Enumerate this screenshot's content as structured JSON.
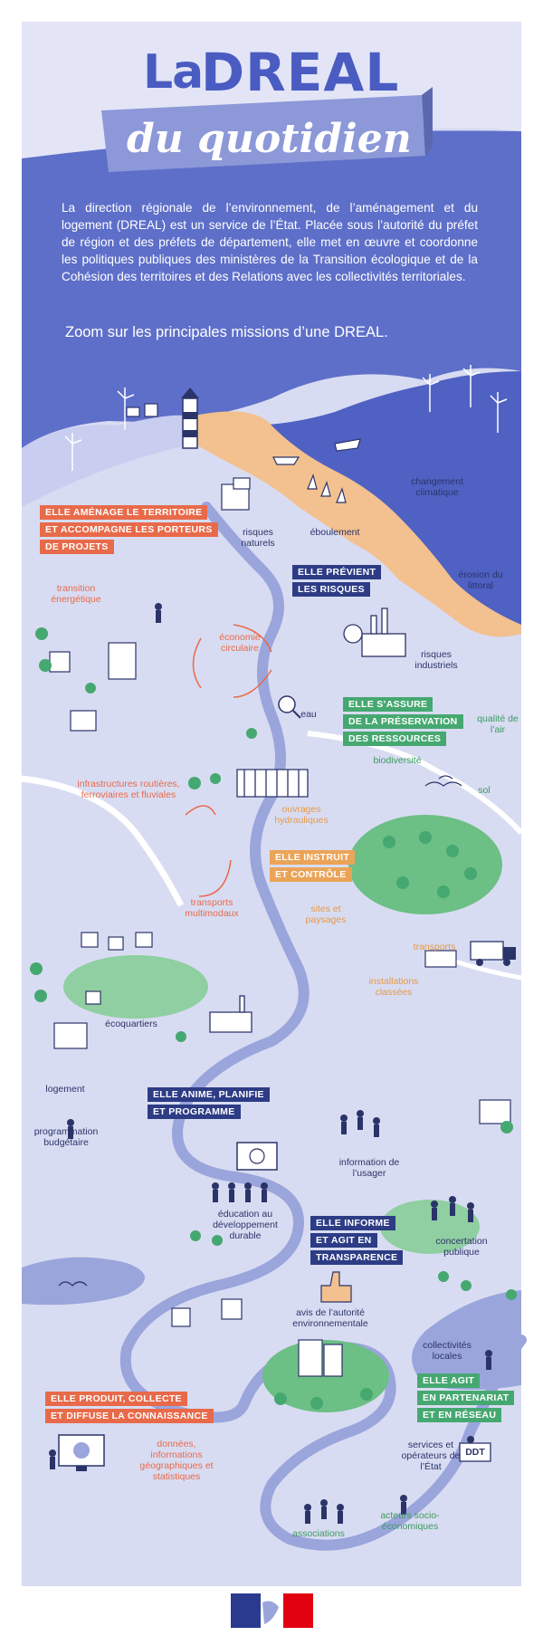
{
  "header": {
    "title_la": "La",
    "title_dreal": "DREAL",
    "title_sub": "du quotidien",
    "intro": "La direction régionale de l’environnement, de l’aménagement et du logement (DREAL) est un service de l’État. Placée sous l’autorité du préfet de région et des préfets de département, elle met en œuvre et coordonne les politiques publiques des ministères de la Transition écologique et de la Cohésion des territoires et des Relations avec les collectivités territoriales.",
    "zoom": "Zoom sur les principales missions d’une DREAL."
  },
  "missions": {
    "amenage": [
      "ELLE AMÉNAGE LE TERRITOIRE",
      "ET ACCOMPAGNE LES PORTEURS",
      "DE PROJETS"
    ],
    "previent": [
      "ELLE PRÉVIENT",
      "LES RISQUES"
    ],
    "assure": [
      "ELLE S’ASSURE",
      "DE LA PRÉSERVATION",
      "DES RESSOURCES"
    ],
    "instruit": [
      "ELLE INSTRUIT",
      "ET CONTRÔLE"
    ],
    "anime": [
      "ELLE ANIME, PLANIFIE",
      "ET PROGRAMME"
    ],
    "informe": [
      "ELLE INFORME",
      "ET AGIT EN",
      "TRANSPARENCE"
    ],
    "produit": [
      "ELLE PRODUIT, COLLECTE",
      "ET DIFFUSE LA CONNAISSANCE"
    ],
    "agit": [
      "ELLE AGIT",
      "EN PARTENARIAT",
      "ET EN RÉSEAU"
    ]
  },
  "labels": {
    "changement_climatique": "changement climatique",
    "risques_naturels": "risques naturels",
    "eboulement": "éboulement",
    "erosion": "érosion du littoral",
    "transition_energetique": "transition énergétique",
    "economie_circulaire": "économie circulaire",
    "risques_industriels": "risques industriels",
    "eau": "eau",
    "qualite_air": "qualité de l’air",
    "biodiversite": "biodiversité",
    "sol": "sol",
    "infrastructures": "infrastructures routières, ferroviaires et fluviales",
    "ouvrages": "ouvrages hydrauliques",
    "transports_multimodaux": "transports multimodaux",
    "sites_paysages": "sites et paysages",
    "transports": "transports",
    "installations": "installations classées",
    "ecoquartiers": "écoquartiers",
    "logement": "logement",
    "programmation": "programmation budgétaire",
    "information_usager": "information de l’usager",
    "education": "éducation au développement durable",
    "concertation": "concertation publique",
    "avis": "avis de l’autorité environnementale",
    "collectivites": "collectivités locales",
    "services": "services et opérateurs de l’État",
    "donnees": "données, informations géographiques et statistiques",
    "associations": "associations",
    "acteurs": "acteurs socio-économiques",
    "ddt": "DDT"
  },
  "colors": {
    "sky": "#5e6fc9",
    "land": "#d8dcf2",
    "river": "#9aa5dc",
    "sand": "#f3c08f",
    "sea": "#4f61c2",
    "green": "#6cbf85",
    "navy": "#2b3468"
  }
}
